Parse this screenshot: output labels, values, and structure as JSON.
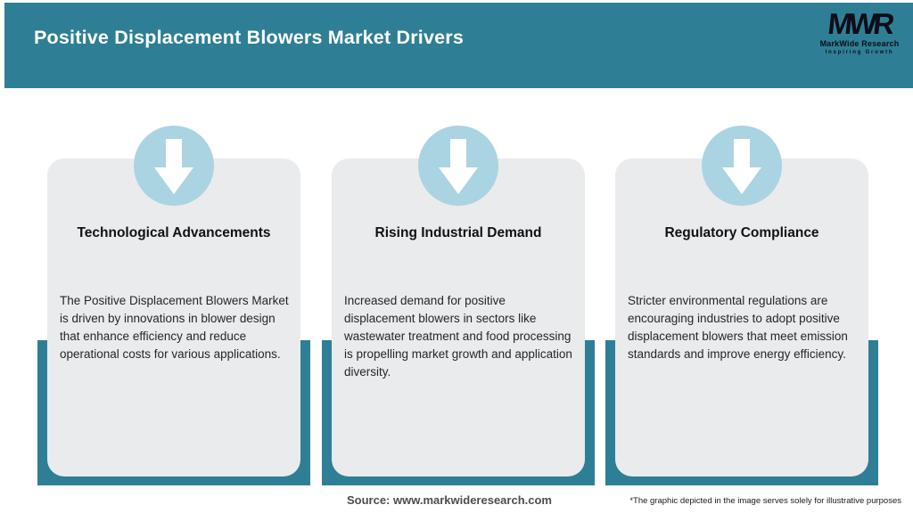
{
  "header": {
    "title": "Positive Displacement Blowers Market Drivers",
    "logo": {
      "acronym": "MWR",
      "name": "MarkWide Research",
      "tagline": "Inspiring Growth"
    }
  },
  "cards": [
    {
      "icon": "arrow-down-icon",
      "title": "Technological Advancements",
      "description": "The Positive Displacement Blowers Market is driven by innovations in blower design that enhance efficiency and reduce operational costs for various applications."
    },
    {
      "icon": "arrow-down-icon",
      "title": "Rising Industrial Demand",
      "description": "Increased demand for positive displacement blowers in sectors like wastewater treatment and food processing is propelling market growth and application diversity."
    },
    {
      "icon": "arrow-down-icon",
      "title": "Regulatory Compliance",
      "description": "Stricter environmental regulations are encouraging industries to adopt positive displacement blowers that meet emission standards and improve energy efficiency."
    }
  ],
  "footer": {
    "source": "Source: www.markwideresearch.com",
    "disclaimer": "*The graphic depicted in the image serves solely for illustrative purposes"
  },
  "colors": {
    "teal": "#2e7f95",
    "icon_circle_blue": "#abd4e2",
    "card_background": "#e9ebec",
    "title_text": "#111111",
    "body_text": "#262626",
    "header_text": "#ffffff",
    "logo_text": "#0e0e18",
    "source_text": "#4d4d4d"
  }
}
